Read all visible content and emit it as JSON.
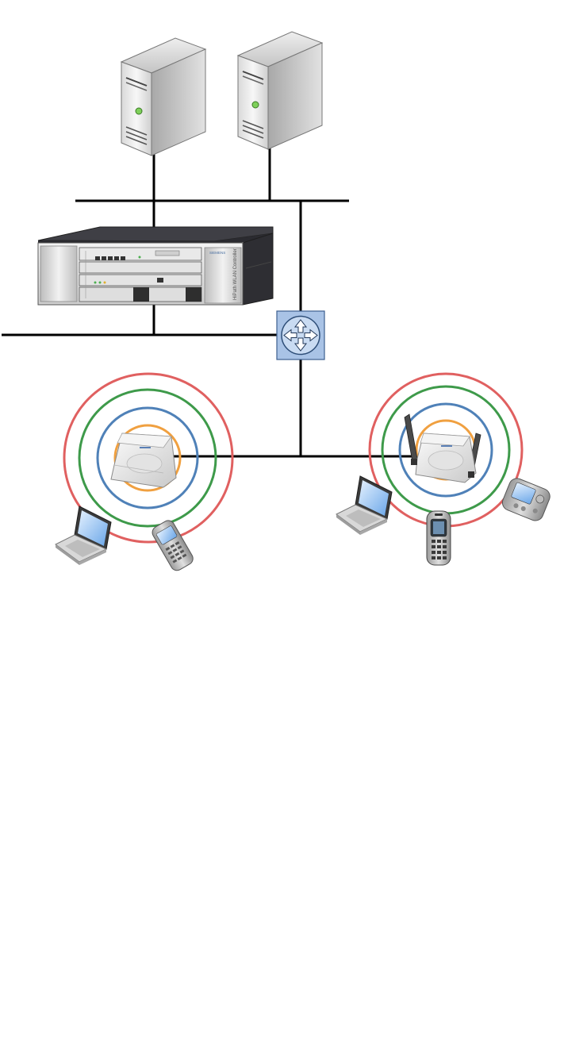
{
  "diagram": {
    "controller_label": "HiPath WLAN Controller",
    "brand_text": "SIEMENS",
    "colors": {
      "wire": "#000000",
      "ring_outer": "#e06060",
      "ring_second": "#3e9a4a",
      "ring_third": "#4f81b8",
      "ring_inner": "#f0a040",
      "router_fill": "#a9c3e6",
      "router_stroke": "#3d5f8f"
    },
    "nodes": [
      {
        "kind": "server",
        "icon": "server-tower-icon"
      },
      {
        "kind": "server",
        "icon": "server-tower-icon"
      },
      {
        "kind": "wlan-controller",
        "icon": "rack-controller-icon"
      },
      {
        "kind": "router",
        "icon": "router-arrows-icon"
      },
      {
        "kind": "access-point",
        "icon": "access-point-icon"
      },
      {
        "kind": "access-point-antennas",
        "icon": "access-point-antenna-icon"
      },
      {
        "kind": "laptop",
        "icon": "laptop-icon"
      },
      {
        "kind": "mobile-phone",
        "icon": "mobile-phone-icon"
      },
      {
        "kind": "laptop",
        "icon": "laptop-icon"
      },
      {
        "kind": "cordless-handset",
        "icon": "wlan-handset-icon"
      },
      {
        "kind": "pda",
        "icon": "pda-icon"
      }
    ]
  }
}
